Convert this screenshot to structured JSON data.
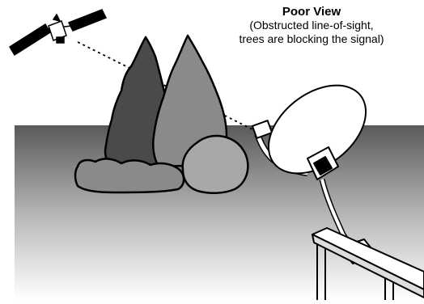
{
  "caption": {
    "title": "Poor View",
    "line1": "(Obstructed line-of-sight,",
    "line2": "trees are blocking the signal)"
  },
  "colors": {
    "background_top": "#5a5a5a",
    "background_bottom": "#ffffff",
    "tree_dark": "#4a4a4a",
    "tree_mid": "#8a8a8a",
    "tree_light": "#a8a8a8",
    "dish": "#ffffff",
    "outline": "#000000"
  },
  "objects": {
    "satellite": "satellite-icon",
    "trees": "trees-illustration",
    "dish": "satellite-dish-illustration",
    "railing": "deck-railing-illustration"
  }
}
